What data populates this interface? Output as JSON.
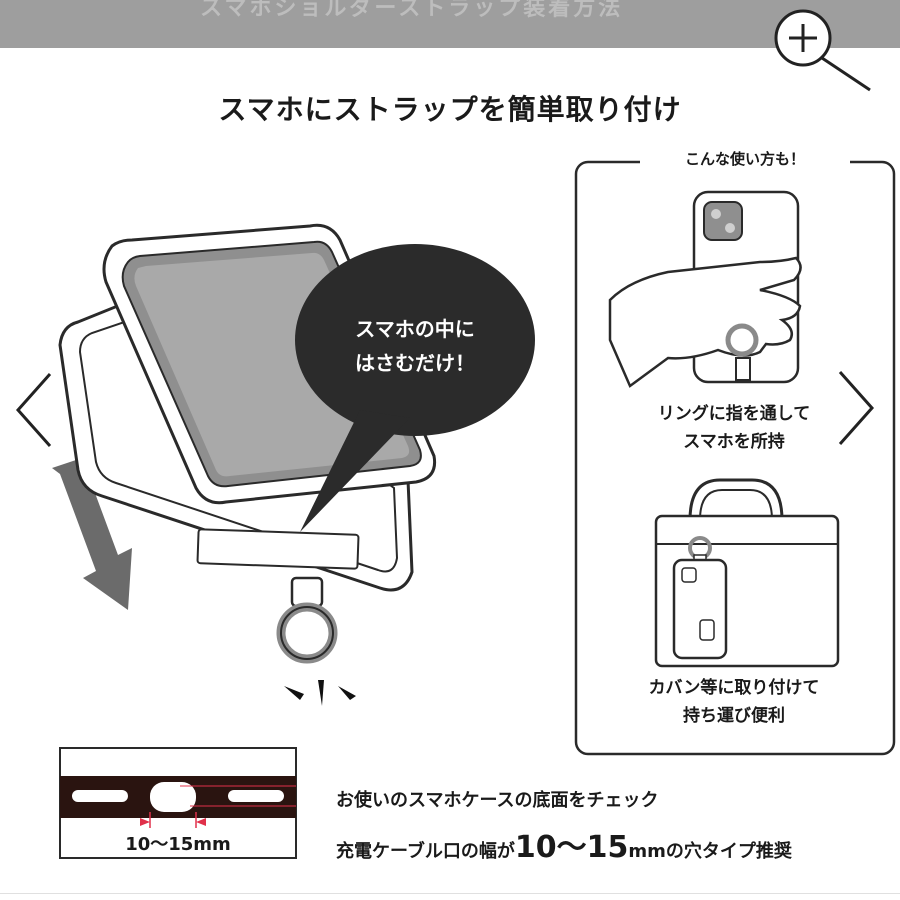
{
  "header": {
    "faded_text": "スマホショルダーストラップ装着方法",
    "zoom_icon": "zoom-in-icon"
  },
  "title": "スマホにストラップを簡単取り付け",
  "bubble": {
    "line1": "スマホの中に",
    "line2": "はさむだけ！"
  },
  "panel": {
    "title": "こんな使い方も！",
    "caption1_line1": "リングに指を通して",
    "caption1_line2": "スマホを所持",
    "caption2_line1": "カバン等に取り付けて",
    "caption2_line2": "持ち運び便利"
  },
  "bottom": {
    "measure_label": "10〜15mm",
    "check_text": "お使いのスマホケースの底面をチェック",
    "width_prefix": "充電ケーブル口の幅が",
    "width_value": "10〜15",
    "width_suffix": "mmの穴タイプ推奨"
  },
  "nav": {
    "prev_icon": "chevron-left-icon",
    "next_icon": "chevron-right-icon"
  },
  "colors": {
    "top_bar": "#9e9e9e",
    "bubble": "#2b2b2b",
    "arrow": "#6b6b6b",
    "accent_red": "#e0304a"
  }
}
